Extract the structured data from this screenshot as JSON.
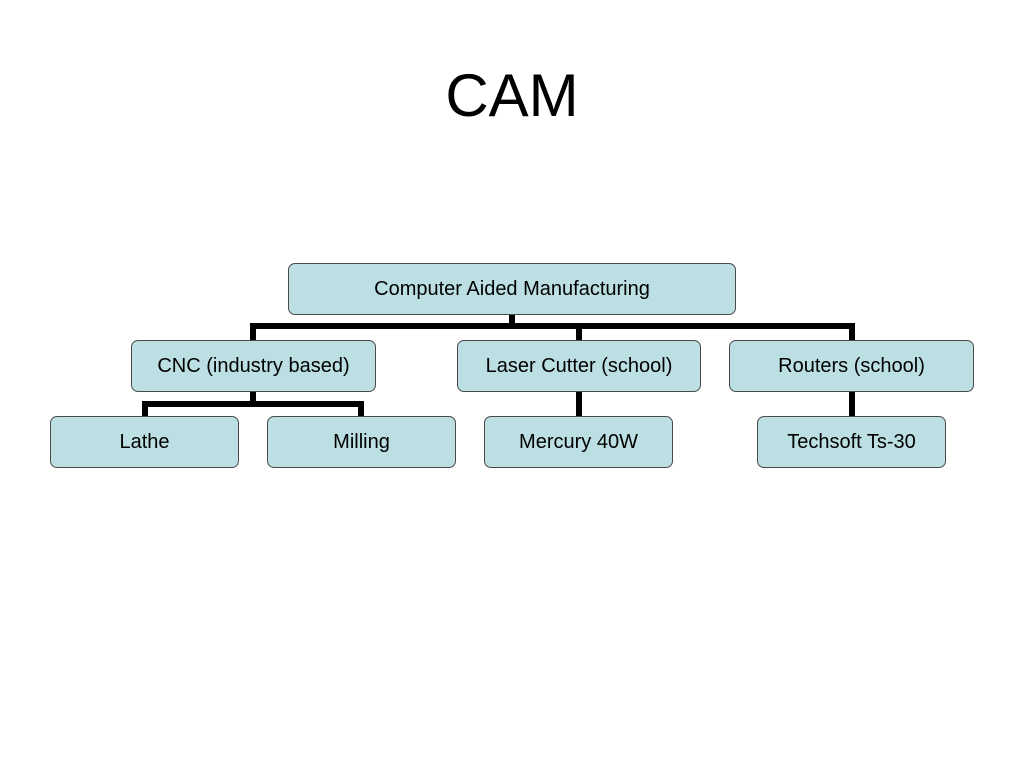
{
  "title": "CAM",
  "tree": {
    "root": "Computer Aided Manufacturing",
    "level1": [
      "CNC (industry based)",
      "Laser Cutter (school)",
      "Routers (school)"
    ],
    "level2": {
      "cnc": [
        "Lathe",
        "Milling"
      ],
      "laser": [
        "Mercury 40W"
      ],
      "routers": [
        "Techsoft Ts-30"
      ]
    }
  },
  "colors": {
    "box_fill": "#bcdfe3",
    "box_border": "#4a4a4a",
    "connector": "#000000"
  }
}
